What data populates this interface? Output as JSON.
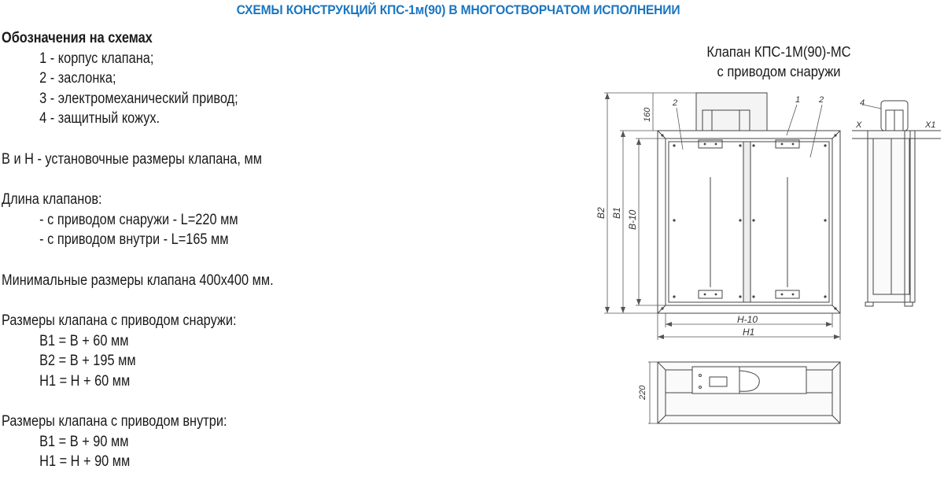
{
  "title": "СХЕМЫ КОНСТРУКЦИЙ КПС-1м(90) В МНОГОСТВОРЧАТОМ ИСПОЛНЕНИИ",
  "legend": {
    "heading": "Обозначения на схемах",
    "items": [
      "1 - корпус клапана;",
      "2 - заслонка;",
      "3 - электромеханический привод;",
      "4 - защитный кожух."
    ]
  },
  "dims_note": "B и H - установочные размеры клапана, мм",
  "length": {
    "heading": "Длина клапанов:",
    "items": [
      "- с приводом снаружи - L=220 мм",
      "- с приводом внутри - L=165 мм"
    ]
  },
  "min_size": "Минимальные размеры клапана 400х400 мм.",
  "outside_sizes": {
    "heading": "Размеры клапана с приводом снаружи:",
    "items": [
      "B1 = B + 60 мм",
      "B2 = B + 195 мм",
      "H1 = H + 60 мм"
    ]
  },
  "inside_sizes": {
    "heading": "Размеры клапана с приводом внутри:",
    "items": [
      "B1 = B + 90 мм",
      "H1 = H + 90 мм"
    ]
  },
  "caption": {
    "line1": "Клапан КПС-1М(90)-МС",
    "line2": "с приводом снаружи"
  },
  "drawing_labels": {
    "dim_160": "160",
    "dim_b2": "B2",
    "dim_b1": "B1",
    "dim_b10": "B-10",
    "dim_h10": "H-10",
    "dim_h1": "H1",
    "dim_220": "220",
    "dim_x": "X",
    "dim_x1": "X1",
    "callout_2_left": "2",
    "callout_1": "1",
    "callout_2_right": "2",
    "callout_4": "4"
  },
  "colors": {
    "title": "#1b76c0",
    "line": "#444444",
    "hatch": "#bfbfbf"
  }
}
